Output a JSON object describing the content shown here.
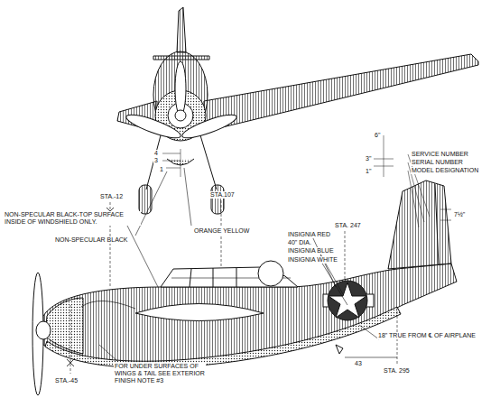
{
  "diagram": {
    "labels": [
      "NON-SPECULAR BLACK",
      "ORANGE YELLOW",
      "SERVICE NUMBER",
      "SERIAL NUMBER",
      "MODEL DESIGNATION",
      "STA.-12",
      "STA.107",
      "STA. 247",
      "INSIGNIA RED",
      "40\" DIA.",
      "INSIGNIA BLUE",
      "INSIGNIA WHITE",
      "NON-SPECULAR BLACK-TOP SURFACE INSIDE OF WINDSHIELD ONLY.",
      "STA.-45",
      "FOR UNDER SURFACES OF WINGS & TAIL SEE EXTERIOR FINISH NOTE #3",
      "18\" TRUE FROM ℄ OF AIRPLANE",
      "43",
      "STA. 295",
      "4",
      "3",
      "1",
      "6\"",
      "3\"",
      "1\"",
      "7½\""
    ]
  }
}
